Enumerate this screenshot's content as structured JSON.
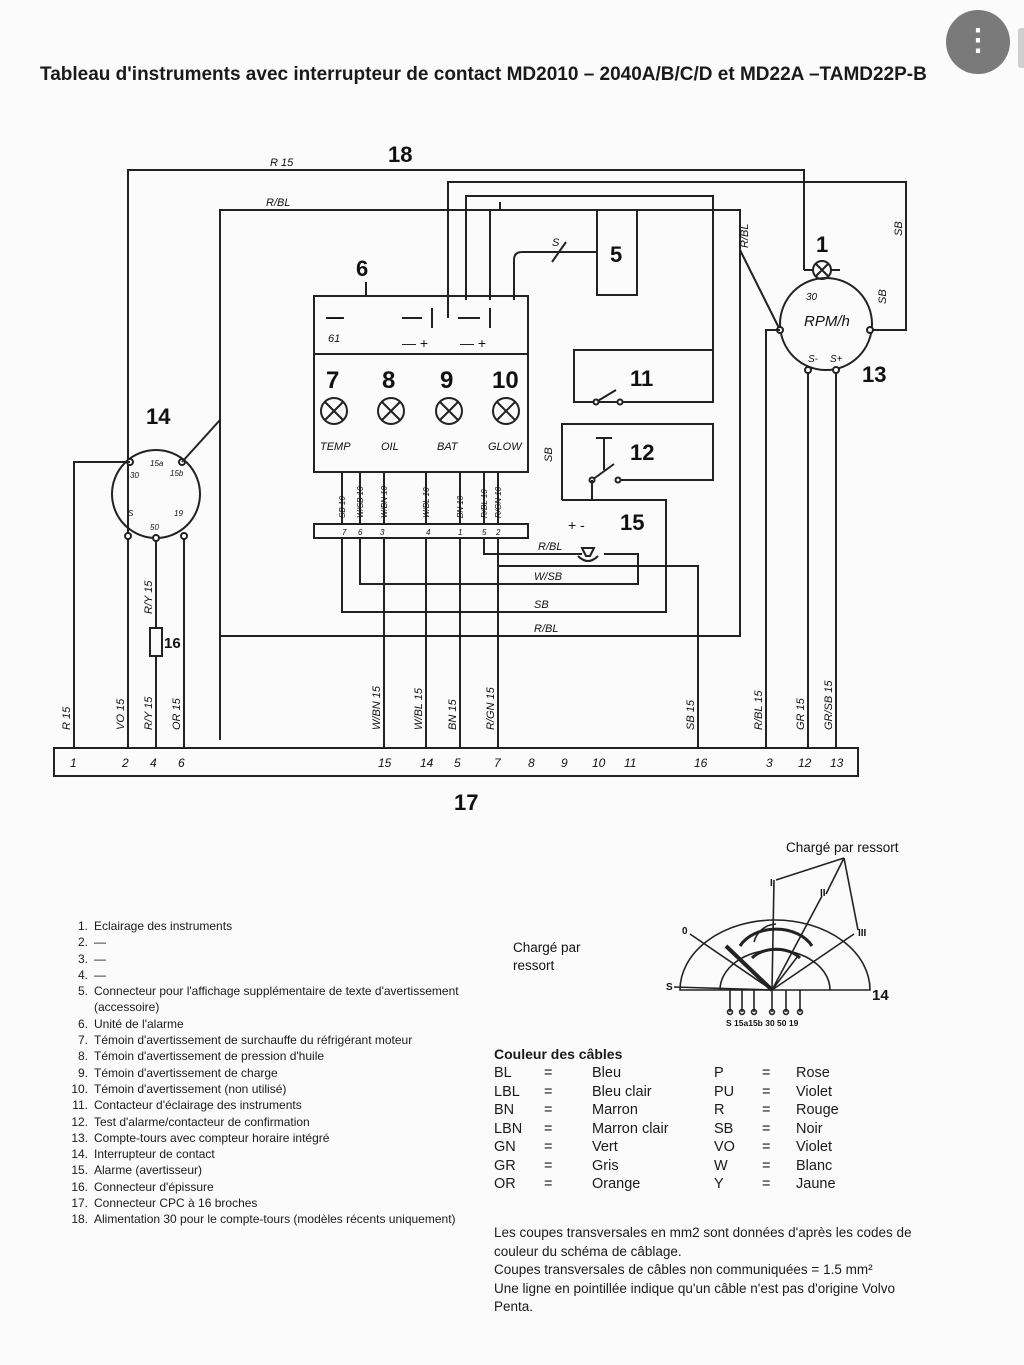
{
  "title": "Tableau d'instruments avec interrupteur de contact MD2010 – 2040A/B/C/D et MD22A –TAMD22P-B",
  "menu_button": "⋮",
  "diagram": {
    "component_numbers": {
      "n18": "18",
      "n6": "6",
      "n5": "5",
      "n1": "1",
      "n13": "13",
      "n14": "14",
      "n7": "7",
      "n8": "8",
      "n9": "9",
      "n10": "10",
      "n11": "11",
      "n12": "12",
      "n15": "15",
      "n16": "16",
      "n17": "17"
    },
    "wire_labels": {
      "r15_top": "R 15",
      "rbl_top": "R/BL",
      "s_wire": "S",
      "rbl_right": "R/BL",
      "sb_right": "SB",
      "sb_right2": "SB",
      "sb_mid": "SB",
      "rbl_horn": "R/BL",
      "wsb_bus": "W/SB",
      "sb_bus": "SB",
      "rbl_bus": "R/BL",
      "ry15_mid": "R/Y 15"
    },
    "unit6": {
      "t61": "61",
      "minus": "—",
      "pm1": "— +",
      "pm2": "— +"
    },
    "lamp_labels": [
      "TEMP",
      "OIL",
      "BAT",
      "GLOW"
    ],
    "tacho": {
      "t30": "30",
      "rpm": "RPM/h",
      "s_minus": "S-",
      "s_plus": "S+"
    },
    "switch14": {
      "t15a": "15a",
      "t15b": "15b",
      "t30": "30",
      "t19": "19",
      "t50": "50",
      "ts": "S"
    },
    "bus_wire_labels": [
      "SB 10",
      "W/SB 10",
      "W/BN 10",
      "W/BL 10",
      "BN 10",
      "R/BL 10",
      "R/GN 10"
    ],
    "bus_pins": [
      "7",
      "6",
      "3",
      "4",
      "1",
      "5",
      "2"
    ],
    "horn_polarity": "+ -",
    "bottom_wire_labels": [
      "R 15",
      "VO 15",
      "R/Y 15",
      "OR 15",
      "W/BN 15",
      "W/BL 15",
      "BN 15",
      "R/GN 15",
      "SB 15",
      "R/BL 15",
      "GR 15",
      "GR/SB 15"
    ],
    "connector_pins": [
      "1",
      "2",
      "4",
      "6",
      "15",
      "14",
      "5",
      "7",
      "8",
      "9",
      "10",
      "11",
      "16",
      "3",
      "12",
      "13"
    ]
  },
  "key_diagram": {
    "charge_ressort_top": "Chargé par ressort",
    "charge_ressort_left_1": "Chargé par",
    "charge_ressort_left_2": "ressort",
    "positions": [
      "0",
      "I",
      "II",
      "III",
      "S"
    ],
    "terminals": "S 15a15b 30 50 19",
    "number": "14"
  },
  "legend": [
    {
      "num": "1.",
      "text": "Eclairage des instruments"
    },
    {
      "num": "2.",
      "text": "—"
    },
    {
      "num": "3.",
      "text": "—"
    },
    {
      "num": "4.",
      "text": "—"
    },
    {
      "num": "5.",
      "text": "Connecteur pour l'affichage supplémentaire de texte d'avertissement (accessoire)"
    },
    {
      "num": "6.",
      "text": "Unité de l'alarme"
    },
    {
      "num": "7.",
      "text": "Témoin d'avertissement de surchauffe du réfrigérant moteur"
    },
    {
      "num": "8.",
      "text": "Témoin d'avertissement de pression d'huile"
    },
    {
      "num": "9.",
      "text": "Témoin d'avertissement de charge"
    },
    {
      "num": "10.",
      "text": "Témoin d'avertissement (non utilisé)"
    },
    {
      "num": "11.",
      "text": "Contacteur d'éclairage des instruments"
    },
    {
      "num": "12.",
      "text": "Test d'alarme/contacteur de confirmation"
    },
    {
      "num": "13.",
      "text": "Compte-tours avec compteur horaire intégré"
    },
    {
      "num": "14.",
      "text": "Interrupteur de contact"
    },
    {
      "num": "15.",
      "text": "Alarme (avertisseur)"
    },
    {
      "num": "16.",
      "text": "Connecteur d'épissure"
    },
    {
      "num": "17.",
      "text": "Connecteur CPC à 16 broches"
    },
    {
      "num": "18.",
      "text": "Alimentation 30 pour le compte-tours (modèles récents uniquement)"
    }
  ],
  "cable_colors_title": "Couleur des câbles",
  "cable_colors": [
    {
      "code": "BL",
      "eq": "=",
      "name": "Bleu",
      "code2": "P",
      "eq2": "=",
      "name2": "Rose"
    },
    {
      "code": "LBL",
      "eq": "=",
      "name": "Bleu clair",
      "code2": "PU",
      "eq2": "=",
      "name2": "Violet"
    },
    {
      "code": "BN",
      "eq": "=",
      "name": "Marron",
      "code2": "R",
      "eq2": "=",
      "name2": "Rouge"
    },
    {
      "code": "LBN",
      "eq": "=",
      "name": "Marron clair",
      "code2": "SB",
      "eq2": "=",
      "name2": "Noir"
    },
    {
      "code": "GN",
      "eq": "=",
      "name": "Vert",
      "code2": "VO",
      "eq2": "=",
      "name2": "Violet"
    },
    {
      "code": "GR",
      "eq": "=",
      "name": "Gris",
      "code2": "W",
      "eq2": "=",
      "name2": "Blanc"
    },
    {
      "code": "OR",
      "eq": "=",
      "name": "Orange",
      "code2": "Y",
      "eq2": "=",
      "name2": "Jaune"
    }
  ],
  "notes": [
    "Les coupes transversales en mm2 sont données d'après les codes de couleur du schéma de câblage.",
    "Coupes transversales de câbles non communiquées = 1.5 mm²",
    "Une ligne en pointillée indique qu'un câble n'est pas d'origine Volvo Penta."
  ]
}
